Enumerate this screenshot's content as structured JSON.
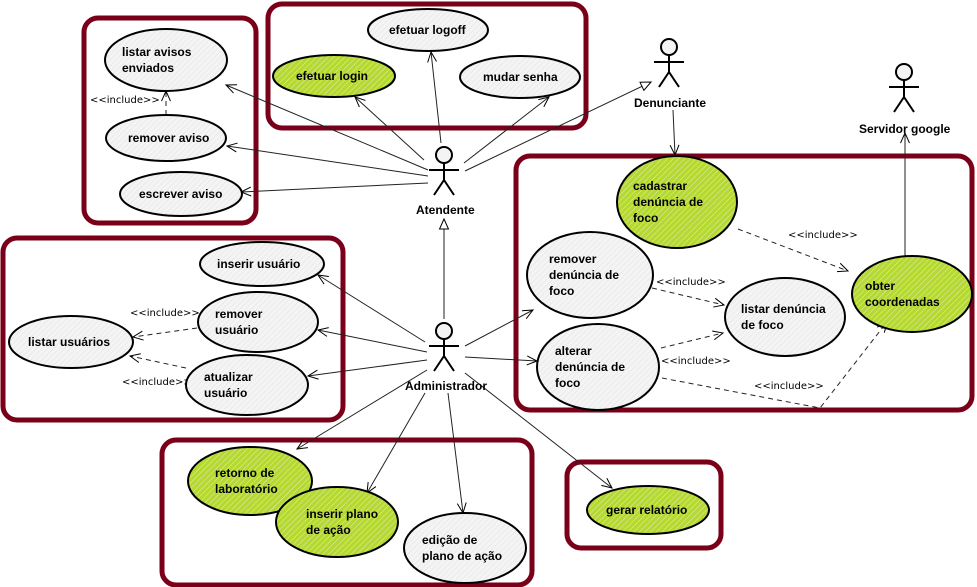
{
  "diagram": {
    "type": "UML use case diagram",
    "colors": {
      "boundary": "#7a0019",
      "highlight_fill": "#b5d930",
      "default_fill": "#f2f2f2",
      "stroke": "#000000"
    },
    "actors": {
      "atendente": "Atendente",
      "denunciante": "Denunciante",
      "servidor_google": "Servidor google",
      "administrador": "Administrador"
    },
    "stereotype": "<<include>>",
    "use_cases": {
      "listar_avisos": [
        "listar avisos",
        "enviados"
      ],
      "remover_aviso": [
        "remover aviso"
      ],
      "escrever_aviso": [
        "escrever aviso"
      ],
      "efetuar_logoff": [
        "efetuar logoff"
      ],
      "efetuar_login": [
        "efetuar login"
      ],
      "mudar_senha": [
        "mudar senha"
      ],
      "cadastrar_denuncia": [
        "cadastrar",
        "denúncia de",
        "foco"
      ],
      "remover_denuncia": [
        "remover",
        "denúncia de",
        "foco"
      ],
      "alterar_denuncia": [
        "alterar",
        "denúncia de",
        "foco"
      ],
      "listar_denuncia": [
        "listar denúncia",
        "de foco"
      ],
      "obter_coordenadas": [
        "obter",
        "coordenadas"
      ],
      "inserir_usuario": [
        "inserir usuário"
      ],
      "remover_usuario": [
        "remover",
        "usuário"
      ],
      "atualizar_usuario": [
        "atualizar",
        "usuário"
      ],
      "listar_usuarios": [
        "listar usuários"
      ],
      "retorno_laboratorio": [
        "retorno de",
        "laboratório"
      ],
      "inserir_plano": [
        "inserir plano",
        "de ação"
      ],
      "edicao_plano": [
        "edição de",
        "plano de ação"
      ],
      "gerar_relatorio": [
        "gerar relatório"
      ]
    },
    "highlighted": [
      "efetuar_login",
      "cadastrar_denuncia",
      "obter_coordenadas",
      "retorno_laboratorio",
      "inserir_plano",
      "gerar_relatorio"
    ]
  }
}
